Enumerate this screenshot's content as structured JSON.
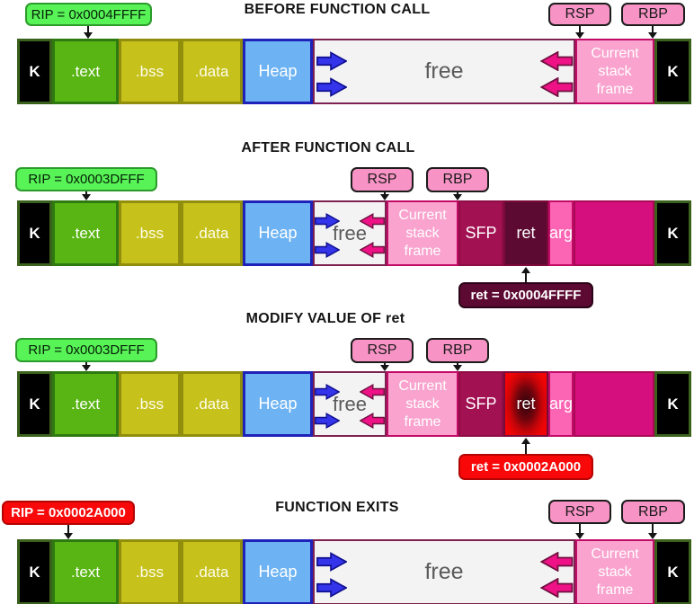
{
  "sections": {
    "before": {
      "title": "BEFORE FUNCTION CALL",
      "rip": "RIP = 0x0004FFFF"
    },
    "after": {
      "title": "AFTER FUNCTION CALL",
      "rip": "RIP = 0x0003DFFF",
      "ret_value": "ret = 0x0004FFFF"
    },
    "modify": {
      "title": "MODIFY VALUE OF ret",
      "rip": "RIP = 0x0003DFFF",
      "ret_value": "ret = 0x0002A000"
    },
    "exits": {
      "title": "FUNCTION EXITS",
      "rip": "RIP = 0x0002A000"
    }
  },
  "registers": {
    "rsp": "RSP",
    "rbp": "RBP"
  },
  "segments": {
    "kernel": "K",
    "text_seg": ".text",
    "bss": ".bss",
    "data_seg": ".data",
    "heap": "Heap",
    "free": "free",
    "stack_frame": "Current stack frame",
    "sfp": "SFP",
    "ret": "ret",
    "arg": "arg"
  },
  "colors": {
    "label_green": "#57f357",
    "label_pink": "#f893c5",
    "label_red": "#f80808",
    "label_dark_maroon": "#5d0a33",
    "segment_text_green": "#58b513",
    "segment_olive": "#c6c11b",
    "segment_heap_blue": "#6db3f3",
    "segment_free_bg": "#f4f3f4",
    "segment_stack_pink": "#f9a3ce",
    "segment_sfp": "#a21253",
    "segment_ret_dark": "#5d0a33",
    "segment_arg_pink": "#fb65b4",
    "segment_prev_frame": "#d50f7d",
    "segment_kernel": "#000000",
    "arrow_blue": "#3434ea",
    "arrow_magenta": "#ee1286",
    "ret_highlight_red": "#ef0404"
  }
}
